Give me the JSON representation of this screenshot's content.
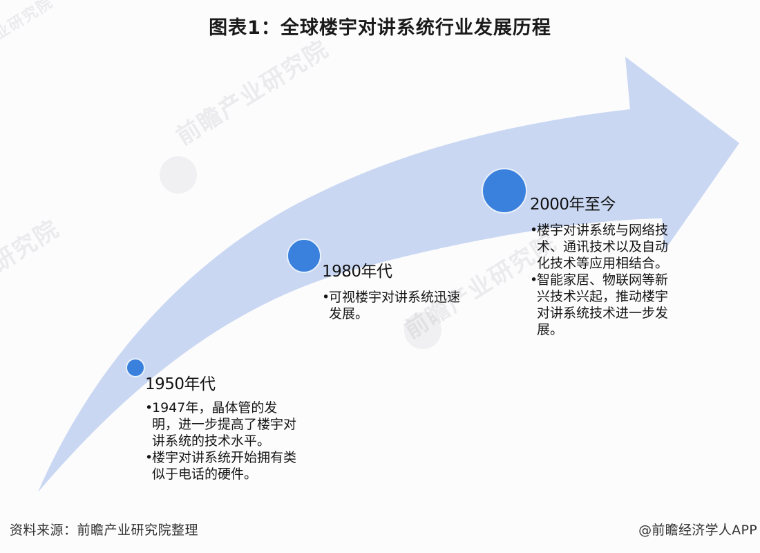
{
  "header": {
    "title": "图表1：全球楼宇对讲系统行业发展历程"
  },
  "colors": {
    "arrow_fill": "#c9d7f2",
    "milestone_circle": "#3a80dd",
    "circle_border": "#e8f0fb",
    "text": "#111111"
  },
  "milestones": [
    {
      "period": "1950年代",
      "bullets": [
        "1947年，晶体管的发明，进一步提高了楼宇对讲系统的技术水平。",
        "楼宇对讲系统开始拥有类似于电话的硬件。"
      ]
    },
    {
      "period": "1980年代",
      "bullets": [
        "可视楼宇对讲系统迅速发展。"
      ]
    },
    {
      "period": "2000年至今",
      "bullets": [
        "楼宇对讲系统与网络技术、通讯技术以及自动化技术等应用相结合。",
        "智能家居、物联网等新兴技术兴起，推动楼宇对讲系统技术进一步发展。"
      ]
    }
  ],
  "watermarks": [
    "前瞻产业研究院",
    "前瞻产业研究院",
    "前瞻产业研究院",
    "前瞻产业研究院"
  ],
  "footer": {
    "source": "资料来源：前瞻产业研究院整理",
    "credit": "@前瞻经济学人APP"
  }
}
